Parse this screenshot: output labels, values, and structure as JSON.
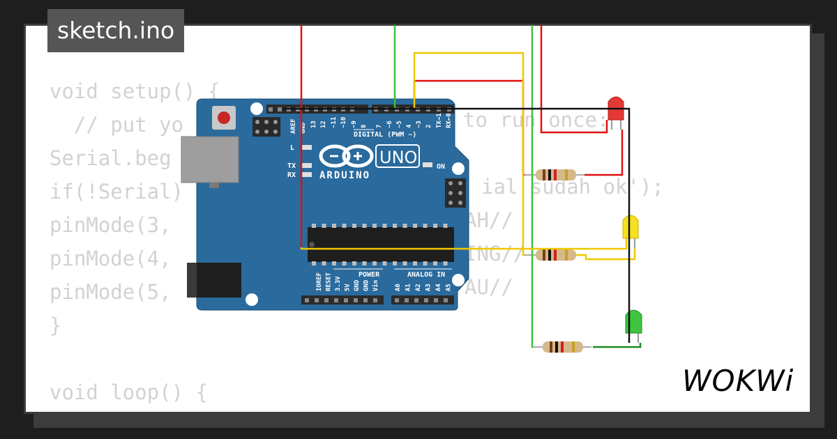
{
  "file_tab": {
    "label": "sketch.ino"
  },
  "code_lines": [
    "void setup() {",
    "  // put yo",
    "Serial.beg",
    "if(!Serial)",
    "pinMode(3,",
    "pinMode(4,",
    "pinMode(5,",
    "}",
    "",
    "void loop() {",
    "  "
  ],
  "code_fragments": [
    {
      "text": "to run once:"
    },
    {
      "text": "ial sudah ok');"
    },
    {
      "text": "AH//"
    },
    {
      "text": "ING//"
    },
    {
      "text": "AU//"
    }
  ],
  "board": {
    "brand": "ARDUINO",
    "model": "UNO",
    "digital_label": "DIGITAL (PWM ~)",
    "power_label": "POWER",
    "analog_label": "ANALOG IN",
    "on_label": "ON",
    "led_labels": [
      "L",
      "TX",
      "RX"
    ],
    "top_pins": [
      "AREF",
      "GND",
      "13",
      "12",
      "~11",
      "~10",
      "~9",
      "8",
      "7",
      "~6",
      "~5",
      "4",
      "~3",
      "2",
      "TX→1",
      "RX←0"
    ],
    "power_pins": [
      "IOREF",
      "RESET",
      "3.3V",
      "5V",
      "GND",
      "GND",
      "Vin"
    ],
    "analog_pins": [
      "A0",
      "A1",
      "A2",
      "A3",
      "A4",
      "A5"
    ]
  },
  "leds": [
    {
      "color": "#e53935",
      "name": "red"
    },
    {
      "color": "#f5e11f",
      "name": "yellow"
    },
    {
      "color": "#3fc43f",
      "name": "green"
    }
  ],
  "wire_colors": {
    "red": "#e01010",
    "green": "#3cc23c",
    "yellow": "#f0c800",
    "black": "#111111",
    "dark_green": "#1a8a1a"
  },
  "brand_logo": "WOKWi"
}
